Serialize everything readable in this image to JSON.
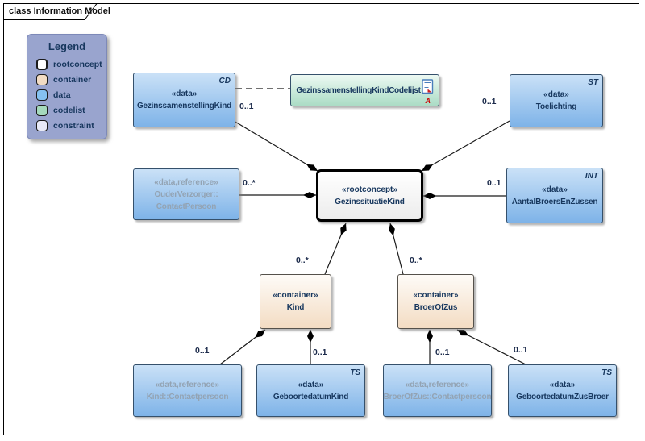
{
  "frame": {
    "title": "class Information Model"
  },
  "legend": {
    "title": "Legend",
    "items": [
      {
        "label": "rootconcept",
        "color": "#ffffff"
      },
      {
        "label": "container",
        "color": "#f2dcc4"
      },
      {
        "label": "data",
        "color": "#85c1f0"
      },
      {
        "label": "codelist",
        "color": "#a5d9bc"
      },
      {
        "label": "constraint",
        "color": "#e8e9f7"
      }
    ]
  },
  "nodes": {
    "gezinssamenstellingkind": {
      "stereotype": "«data»",
      "name": "GezinssamenstellingKind",
      "type_marker": "CD"
    },
    "codelijst": {
      "name": "GezinssamenstellingKindCodelijst",
      "flag": "A"
    },
    "toelichting": {
      "stereotype": "«data»",
      "name": "Toelichting",
      "type_marker": "ST"
    },
    "ouderverzorger_contactpersoon": {
      "stereotype": "«data,reference»",
      "name_line1": "OuderVerzorger::",
      "name_line2": "ContactPersoon"
    },
    "gezinssituatiekind": {
      "stereotype": "«rootconcept»",
      "name": "GezinssituatieKind"
    },
    "aantalbroersenzussen": {
      "stereotype": "«data»",
      "name": "AantalBroersEnZussen",
      "type_marker": "INT"
    },
    "kind": {
      "stereotype": "«container»",
      "name": "Kind"
    },
    "broerofzus": {
      "stereotype": "«container»",
      "name": "BroerOfZus"
    },
    "kind_contactpersoon": {
      "stereotype": "«data,reference»",
      "name": "Kind::Contactpersoon"
    },
    "geboortedatumkind": {
      "stereotype": "«data»",
      "name": "GeboortedatumKind",
      "type_marker": "TS"
    },
    "broerofzus_contactpersoon": {
      "stereotype": "«data,reference»",
      "name": "BroerOfZus::Contactpersoon"
    },
    "geboortedatumzusbroer": {
      "stereotype": "«data»",
      "name": "GeboortedatumZusBroer",
      "type_marker": "TS"
    }
  },
  "multiplicities": {
    "gezinssamenstellingkind": "0..1",
    "toelichting": "0..1",
    "ouderverzorger": "0..*",
    "aantalbroersenzussen": "0..1",
    "kind": "0..*",
    "broerofzus": "0..*",
    "kind_contactpersoon": "0..1",
    "geboortedatumkind": "0..1",
    "broerofzus_contactpersoon": "0..1",
    "geboortedatumzusbroer": "0..1"
  },
  "colors": {
    "data_fill_top": "#cae1f7",
    "data_fill_bottom": "#7eb3e8",
    "codelist_fill_top": "#edf9f3",
    "codelist_fill_bottom": "#abdcc5",
    "container_fill_top": "#fefbf7",
    "container_fill_bottom": "#f3dcc3",
    "rootconcept_fill": "#ffffff",
    "legend_bg": "#99a4ce",
    "node_border": "#35506b",
    "text_navy": "#17375e",
    "reference_text_gray": "#93a3b3",
    "flag_red": "#cc0000"
  }
}
